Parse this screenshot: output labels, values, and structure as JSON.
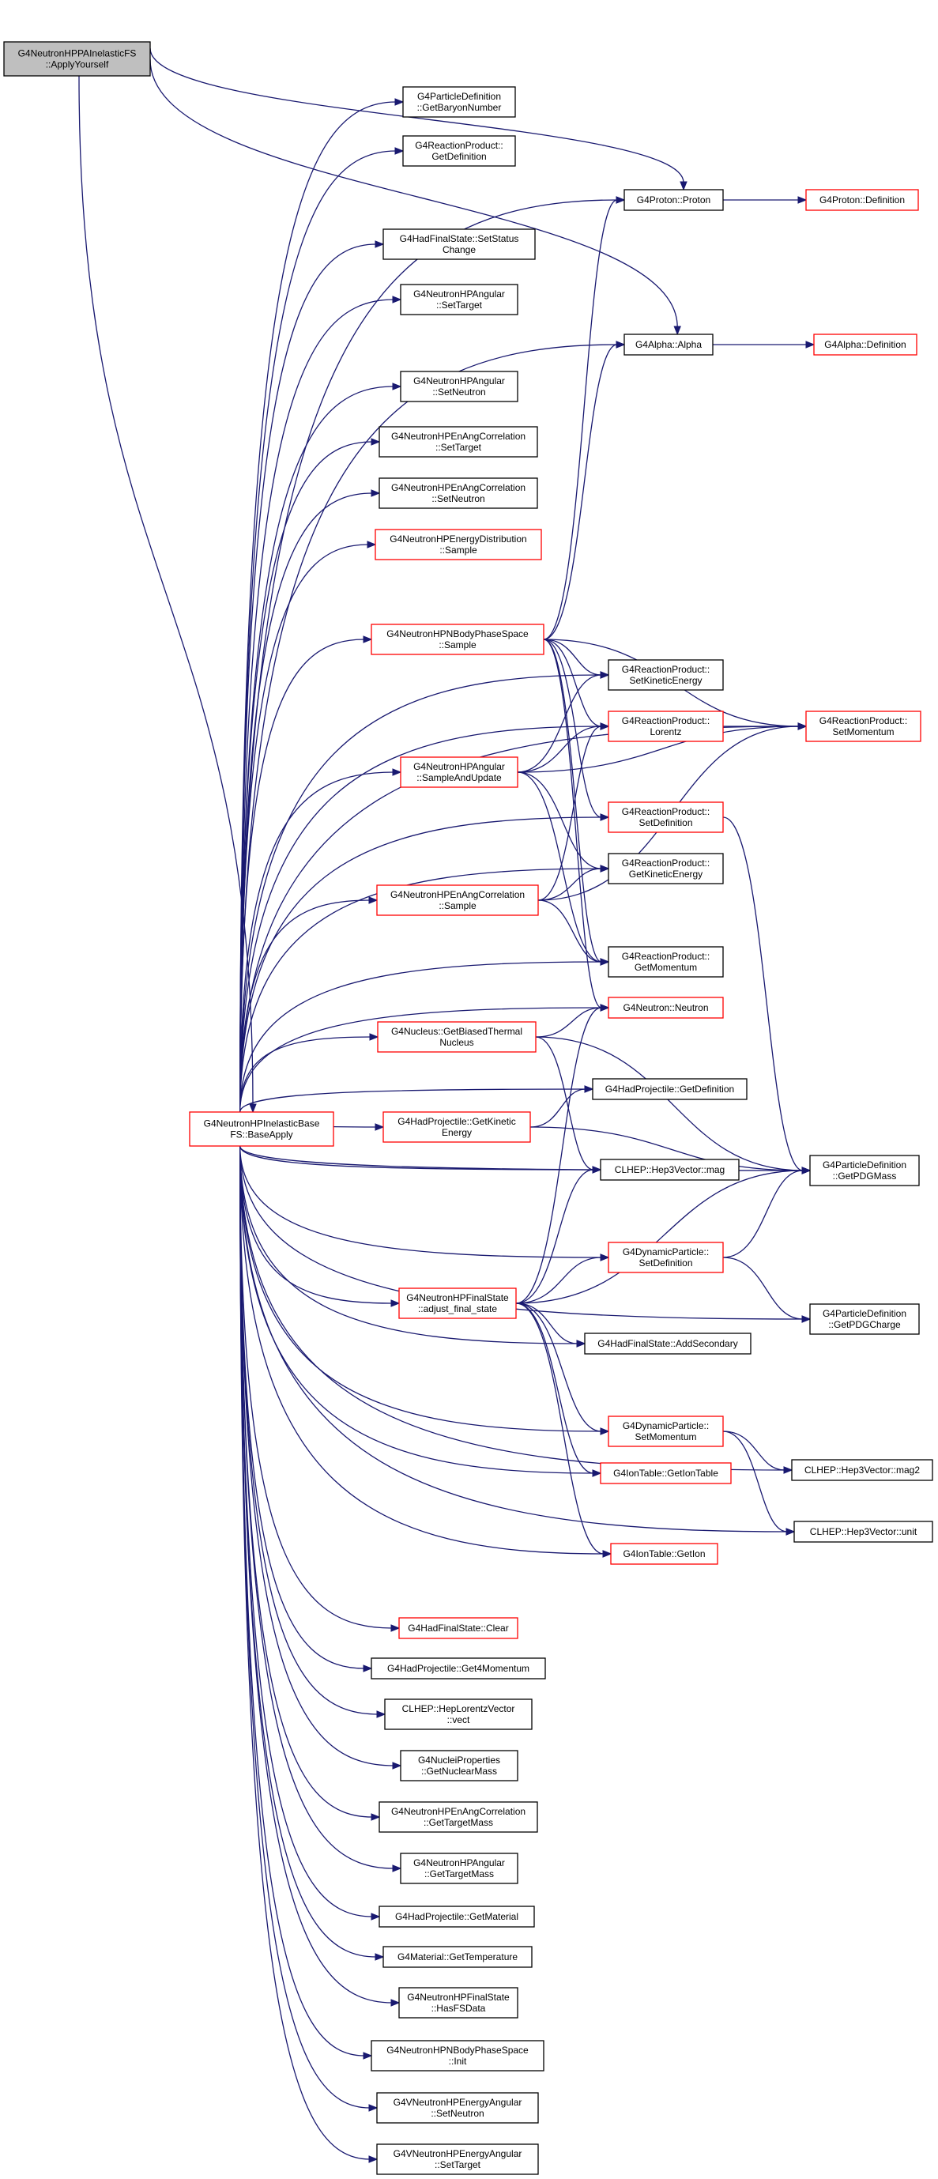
{
  "title": "",
  "nodes": [
    {
      "id": "root",
      "lines": [
        "G4NeutronHPPAInelasticFS",
        "::ApplyYourself"
      ],
      "style": "root"
    },
    {
      "id": "base",
      "lines": [
        "G4NeutronHPInelasticBase",
        "FS::BaseApply"
      ],
      "style": "red"
    },
    {
      "id": "getBaryon",
      "lines": [
        "G4ParticleDefinition",
        "::GetBaryonNumber"
      ],
      "style": "black"
    },
    {
      "id": "rpGetDef",
      "lines": [
        "G4ReactionProduct::",
        "GetDefinition"
      ],
      "style": "black"
    },
    {
      "id": "setStatus",
      "lines": [
        "G4HadFinalState::SetStatus",
        "Change"
      ],
      "style": "black"
    },
    {
      "id": "angSetTarget",
      "lines": [
        "G4NeutronHPAngular",
        "::SetTarget"
      ],
      "style": "black"
    },
    {
      "id": "angSetNeutron",
      "lines": [
        "G4NeutronHPAngular",
        "::SetNeutron"
      ],
      "style": "black"
    },
    {
      "id": "enAngSetTarget",
      "lines": [
        "G4NeutronHPEnAngCorrelation",
        "::SetTarget"
      ],
      "style": "black"
    },
    {
      "id": "enAngSetNeutron",
      "lines": [
        "G4NeutronHPEnAngCorrelation",
        "::SetNeutron"
      ],
      "style": "black"
    },
    {
      "id": "enDistSample",
      "lines": [
        "G4NeutronHPEnergyDistribution",
        "::Sample"
      ],
      "style": "red"
    },
    {
      "id": "nbodySample",
      "lines": [
        "G4NeutronHPNBodyPhaseSpace",
        "::Sample"
      ],
      "style": "red"
    },
    {
      "id": "angSampleUpd",
      "lines": [
        "G4NeutronHPAngular",
        "::SampleAndUpdate"
      ],
      "style": "red"
    },
    {
      "id": "enAngSample",
      "lines": [
        "G4NeutronHPEnAngCorrelation",
        "::Sample"
      ],
      "style": "red"
    },
    {
      "id": "nucleus",
      "lines": [
        "G4Nucleus::GetBiasedThermal",
        "Nucleus"
      ],
      "style": "red"
    },
    {
      "id": "hpGetKin",
      "lines": [
        "G4HadProjectile::GetKinetic",
        "Energy"
      ],
      "style": "red"
    },
    {
      "id": "adjust",
      "lines": [
        "G4NeutronHPFinalState",
        "::adjust_final_state"
      ],
      "style": "red"
    },
    {
      "id": "clear",
      "lines": [
        "G4HadFinalState::Clear"
      ],
      "style": "red"
    },
    {
      "id": "get4mom",
      "lines": [
        "G4HadProjectile::Get4Momentum"
      ],
      "style": "black"
    },
    {
      "id": "vect",
      "lines": [
        "CLHEP::HepLorentzVector",
        "::vect"
      ],
      "style": "black"
    },
    {
      "id": "nuclMass",
      "lines": [
        "G4NucleiProperties",
        "::GetNuclearMass"
      ],
      "style": "black"
    },
    {
      "id": "enAngTM",
      "lines": [
        "G4NeutronHPEnAngCorrelation",
        "::GetTargetMass"
      ],
      "style": "black"
    },
    {
      "id": "angTM",
      "lines": [
        "G4NeutronHPAngular",
        "::GetTargetMass"
      ],
      "style": "black"
    },
    {
      "id": "hpGetMat",
      "lines": [
        "G4HadProjectile::GetMaterial"
      ],
      "style": "black"
    },
    {
      "id": "matTemp",
      "lines": [
        "G4Material::GetTemperature"
      ],
      "style": "black"
    },
    {
      "id": "hasFS",
      "lines": [
        "G4NeutronHPFinalState",
        "::HasFSData"
      ],
      "style": "black"
    },
    {
      "id": "nbodyInit",
      "lines": [
        "G4NeutronHPNBodyPhaseSpace",
        "::Init"
      ],
      "style": "black"
    },
    {
      "id": "veaSetN",
      "lines": [
        "G4VNeutronHPEnergyAngular",
        "::SetNeutron"
      ],
      "style": "black"
    },
    {
      "id": "veaSetT",
      "lines": [
        "G4VNeutronHPEnergyAngular",
        "::SetTarget"
      ],
      "style": "black"
    },
    {
      "id": "proton",
      "lines": [
        "G4Proton::Proton"
      ],
      "style": "black"
    },
    {
      "id": "alpha",
      "lines": [
        "G4Alpha::Alpha"
      ],
      "style": "black"
    },
    {
      "id": "rpSetKin",
      "lines": [
        "G4ReactionProduct::",
        "SetKineticEnergy"
      ],
      "style": "black"
    },
    {
      "id": "rpLorentz",
      "lines": [
        "G4ReactionProduct::",
        "Lorentz"
      ],
      "style": "red"
    },
    {
      "id": "rpSetDef",
      "lines": [
        "G4ReactionProduct::",
        "SetDefinition"
      ],
      "style": "red"
    },
    {
      "id": "rpGetKin",
      "lines": [
        "G4ReactionProduct::",
        "GetKineticEnergy"
      ],
      "style": "black"
    },
    {
      "id": "rpGetMom",
      "lines": [
        "G4ReactionProduct::",
        "GetMomentum"
      ],
      "style": "black"
    },
    {
      "id": "neutron",
      "lines": [
        "G4Neutron::Neutron"
      ],
      "style": "red"
    },
    {
      "id": "hpGetDef",
      "lines": [
        "G4HadProjectile::GetDefinition"
      ],
      "style": "black"
    },
    {
      "id": "mag",
      "lines": [
        "CLHEP::Hep3Vector::mag"
      ],
      "style": "black"
    },
    {
      "id": "dpSetDef",
      "lines": [
        "G4DynamicParticle::",
        "SetDefinition"
      ],
      "style": "red"
    },
    {
      "id": "addSec",
      "lines": [
        "G4HadFinalState::AddSecondary"
      ],
      "style": "black"
    },
    {
      "id": "dpSetMom",
      "lines": [
        "G4DynamicParticle::",
        "SetMomentum"
      ],
      "style": "red"
    },
    {
      "id": "getIonTable",
      "lines": [
        "G4IonTable::GetIonTable"
      ],
      "style": "red"
    },
    {
      "id": "getIon",
      "lines": [
        "G4IonTable::GetIon"
      ],
      "style": "red"
    },
    {
      "id": "protonDef",
      "lines": [
        "G4Proton::Definition"
      ],
      "style": "red"
    },
    {
      "id": "alphaDef",
      "lines": [
        "G4Alpha::Definition"
      ],
      "style": "red"
    },
    {
      "id": "rpSetMom",
      "lines": [
        "G4ReactionProduct::",
        "SetMomentum"
      ],
      "style": "red"
    },
    {
      "id": "pdgMass",
      "lines": [
        "G4ParticleDefinition",
        "::GetPDGMass"
      ],
      "style": "black"
    },
    {
      "id": "pdgCharge",
      "lines": [
        "G4ParticleDefinition",
        "::GetPDGCharge"
      ],
      "style": "black"
    },
    {
      "id": "mag2",
      "lines": [
        "CLHEP::Hep3Vector::mag2"
      ],
      "style": "black"
    },
    {
      "id": "unit",
      "lines": [
        "CLHEP::Hep3Vector::unit"
      ],
      "style": "black"
    }
  ],
  "edges": [
    [
      "root",
      "base"
    ],
    [
      "root",
      "proton"
    ],
    [
      "root",
      "alpha"
    ],
    [
      "base",
      "getBaryon"
    ],
    [
      "base",
      "rpGetDef"
    ],
    [
      "base",
      "proton"
    ],
    [
      "base",
      "setStatus"
    ],
    [
      "base",
      "angSetTarget"
    ],
    [
      "base",
      "alpha"
    ],
    [
      "base",
      "angSetNeutron"
    ],
    [
      "base",
      "enAngSetTarget"
    ],
    [
      "base",
      "enAngSetNeutron"
    ],
    [
      "base",
      "enDistSample"
    ],
    [
      "base",
      "nbodySample"
    ],
    [
      "base",
      "rpSetMom"
    ],
    [
      "base",
      "rpSetKin"
    ],
    [
      "base",
      "rpLorentz"
    ],
    [
      "base",
      "angSampleUpd"
    ],
    [
      "base",
      "rpSetDef"
    ],
    [
      "base",
      "rpGetKin"
    ],
    [
      "base",
      "enAngSample"
    ],
    [
      "base",
      "rpGetMom"
    ],
    [
      "base",
      "neutron"
    ],
    [
      "base",
      "nucleus"
    ],
    [
      "base",
      "hpGetDef"
    ],
    [
      "base",
      "hpGetKin"
    ],
    [
      "base",
      "mag"
    ],
    [
      "base",
      "pdgMass"
    ],
    [
      "base",
      "dpSetDef"
    ],
    [
      "base",
      "adjust"
    ],
    [
      "base",
      "addSec"
    ],
    [
      "base",
      "pdgCharge"
    ],
    [
      "base",
      "dpSetMom"
    ],
    [
      "base",
      "getIonTable"
    ],
    [
      "base",
      "mag2"
    ],
    [
      "base",
      "getIon"
    ],
    [
      "base",
      "unit"
    ],
    [
      "base",
      "clear"
    ],
    [
      "base",
      "get4mom"
    ],
    [
      "base",
      "vect"
    ],
    [
      "base",
      "nuclMass"
    ],
    [
      "base",
      "enAngTM"
    ],
    [
      "base",
      "angTM"
    ],
    [
      "base",
      "hpGetMat"
    ],
    [
      "base",
      "matTemp"
    ],
    [
      "base",
      "hasFS"
    ],
    [
      "base",
      "nbodyInit"
    ],
    [
      "base",
      "veaSetN"
    ],
    [
      "base",
      "veaSetT"
    ],
    [
      "proton",
      "protonDef"
    ],
    [
      "alpha",
      "alphaDef"
    ],
    [
      "nbodySample",
      "proton"
    ],
    [
      "nbodySample",
      "alpha"
    ],
    [
      "nbodySample",
      "rpSetKin"
    ],
    [
      "nbodySample",
      "rpLorentz"
    ],
    [
      "nbodySample",
      "rpSetMom"
    ],
    [
      "nbodySample",
      "rpSetDef"
    ],
    [
      "nbodySample",
      "rpGetMom"
    ],
    [
      "nbodySample",
      "neutron"
    ],
    [
      "angSampleUpd",
      "rpSetKin"
    ],
    [
      "angSampleUpd",
      "rpLorentz"
    ],
    [
      "angSampleUpd",
      "rpSetMom"
    ],
    [
      "angSampleUpd",
      "rpGetKin"
    ],
    [
      "angSampleUpd",
      "rpGetMom"
    ],
    [
      "enAngSample",
      "rpLorentz"
    ],
    [
      "enAngSample",
      "rpGetKin"
    ],
    [
      "enAngSample",
      "rpSetMom"
    ],
    [
      "enAngSample",
      "rpGetMom"
    ],
    [
      "nucleus",
      "neutron"
    ],
    [
      "nucleus",
      "pdgMass"
    ],
    [
      "nucleus",
      "mag"
    ],
    [
      "hpGetKin",
      "hpGetDef"
    ],
    [
      "hpGetKin",
      "pdgMass"
    ],
    [
      "adjust",
      "neutron"
    ],
    [
      "adjust",
      "mag"
    ],
    [
      "adjust",
      "dpSetDef"
    ],
    [
      "adjust",
      "pdgMass"
    ],
    [
      "adjust",
      "addSec"
    ],
    [
      "adjust",
      "dpSetMom"
    ],
    [
      "adjust",
      "getIonTable"
    ],
    [
      "adjust",
      "getIon"
    ],
    [
      "rpLorentz",
      "rpSetMom"
    ],
    [
      "rpSetDef",
      "pdgMass"
    ],
    [
      "dpSetDef",
      "pdgMass"
    ],
    [
      "dpSetDef",
      "pdgCharge"
    ],
    [
      "dpSetMom",
      "mag2"
    ],
    [
      "dpSetMom",
      "unit"
    ]
  ]
}
